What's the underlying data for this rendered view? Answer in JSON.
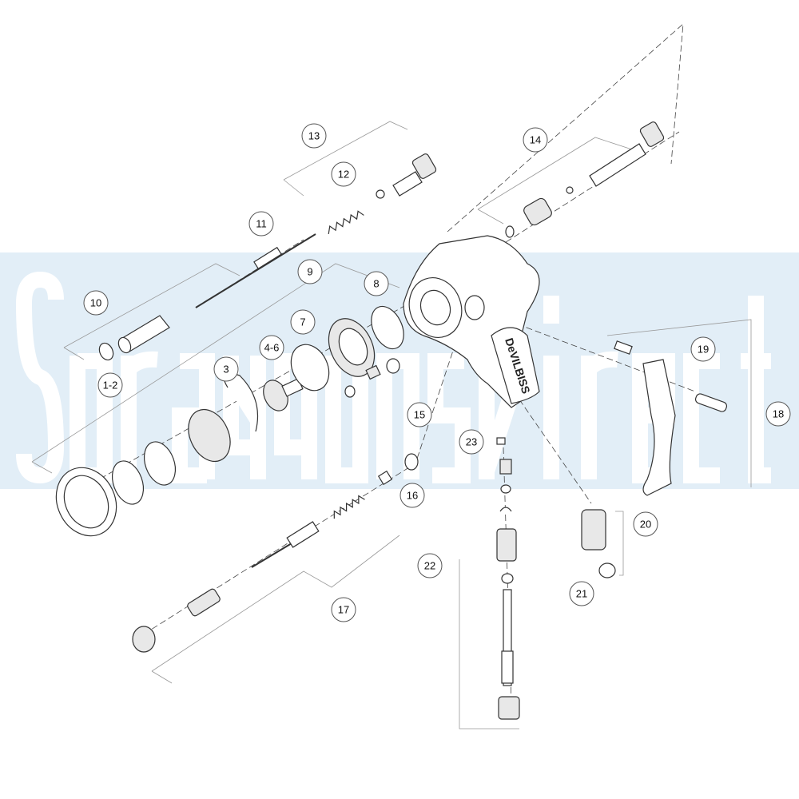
{
  "watermark": {
    "text": "SpraygunsDirect",
    "band_color": "#e2eef7",
    "letter_color": "#ffffff"
  },
  "gun_brand": "DeVILBISS",
  "callouts": [
    "13",
    "12",
    "14",
    "11",
    "10",
    "9",
    "8",
    "7",
    "4-6",
    "3",
    "1-2",
    "19",
    "18",
    "15",
    "23",
    "16",
    "20",
    "22",
    "21",
    "17"
  ]
}
